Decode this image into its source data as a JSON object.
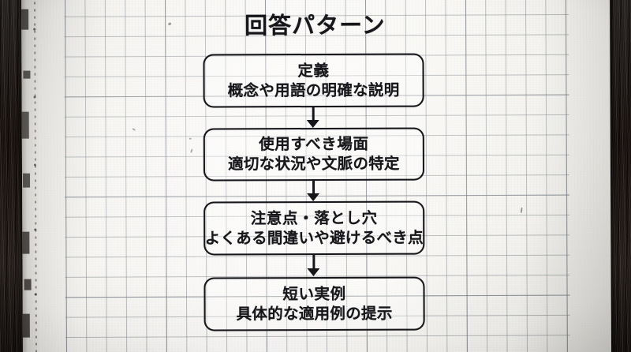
{
  "diagram": {
    "title": "回答パターン",
    "nodes": [
      {
        "head": "定義",
        "sub": "概念や用語の明確な説明"
      },
      {
        "head": "使用すべき場面",
        "sub": "適切な状況や文脈の特定"
      },
      {
        "head": "注意点・落とし穴",
        "sub": "よくある間違いや避けるべき点"
      },
      {
        "head": "短い実例",
        "sub": "具体的な適用例の提示"
      }
    ],
    "connectors": [
      {
        "name": "arrow-down-icon"
      },
      {
        "name": "arrow-down-icon"
      },
      {
        "name": "arrow-down-icon"
      }
    ]
  },
  "medium": {
    "surface": "graph-paper-notebook",
    "background": "dark-wood-desk",
    "ink_color": "#16151a",
    "paper_color": "#f8f7f4",
    "grid_color": "#6a7480",
    "desk_color": "#1b1917"
  }
}
